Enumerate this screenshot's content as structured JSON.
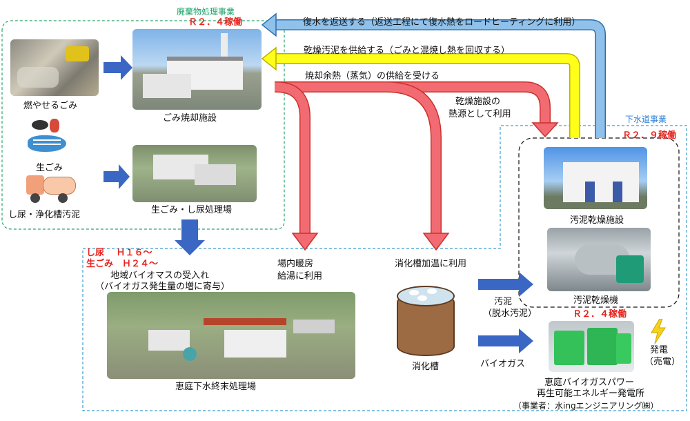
{
  "headers": {
    "waste_business": "廃棄物処理事業",
    "sewage_business": "下水道事業"
  },
  "status": {
    "incinerator_r24": "Ｒ２．４稼働",
    "dryer_r29": "Ｒ２．９稼働",
    "biogas_r24": "Ｒ２．４稼働",
    "shinyo_h16": "し尿　 Ｈ１６～",
    "namagomi_h24": "生ごみ　Ｈ２４～"
  },
  "flows": {
    "return_water": "復水を返送する（返送工程にて復水熱をロードヒーティングに利用）",
    "dried_sludge": "乾燥汚泥を供給する（ごみと混焼し熱を回収する）",
    "steam": "焼却余熱（蒸気）の供給を受ける",
    "heat_source_1": "乾燥施設の",
    "heat_source_2": "熱源として利用",
    "heating_1": "場内暖房",
    "heating_2": "給湯に利用",
    "digester_heat": "消化槽加温に利用",
    "biomass_1": "地域バイオマスの受入れ",
    "biomass_2": "（バイオガス発生量の増に寄与）",
    "sludge_1": "汚泥",
    "sludge_2": "（脱水汚泥）",
    "biogas": "バイオガス",
    "power_1": "発電",
    "power_2": "（売電）"
  },
  "labels": {
    "burnable": "燃やせるごみ",
    "incinerator": "ごみ焼却施設",
    "raw_garbage": "生ごみ",
    "night_soil": "し尿・浄化槽汚泥",
    "raw_plant": "生ごみ・し尿処理場",
    "sewage_plant": "恵庭下水終末処理場",
    "digester": "消化槽",
    "dryer_facility": "汚泥乾燥施設",
    "dryer_machine": "汚泥乾燥機",
    "biogas_power_1": "恵庭バイオガスパワー",
    "biogas_power_2": "再生可能エネルギー発電所",
    "biogas_power_3": "（事業者：水ingエンジニアリング㈱）"
  },
  "colors": {
    "red_arrow": "#f26b72",
    "yellow_arrow": "#ffff1a",
    "blue_arrow": "#8fc1ea",
    "flow_arrow": "#3a66c4",
    "status_red": "#e8231e"
  }
}
